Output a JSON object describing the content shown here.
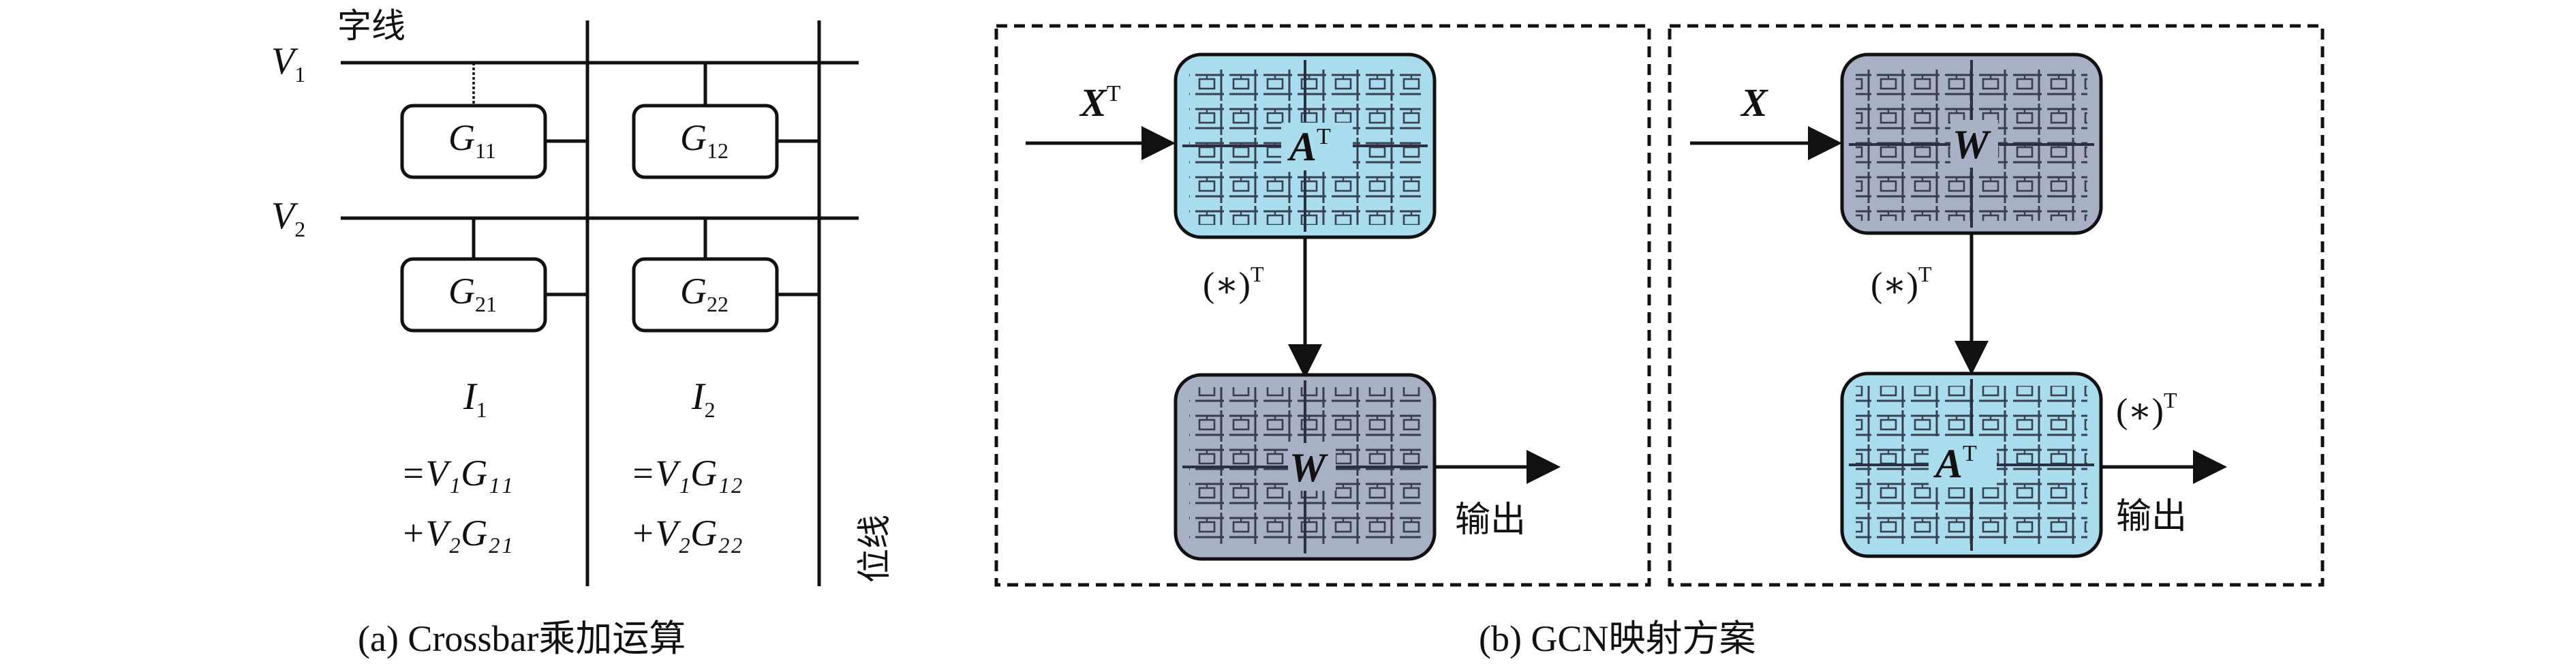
{
  "crossbar": {
    "word_line_label": "字线",
    "bit_line_label": "位线",
    "v1_main": "V",
    "v1_sub": "1",
    "v2_main": "V",
    "v2_sub": "2",
    "g11_main": "G",
    "g11_sub": "11",
    "g12_main": "G",
    "g12_sub": "12",
    "g21_main": "G",
    "g21_sub": "21",
    "g22_main": "G",
    "g22_sub": "22",
    "i1_main": "I",
    "i1_sub": "1",
    "i2_main": "I",
    "i2_sub": "2",
    "eq1_line1": "=V₁G₁₁",
    "eq1_line2": "+V₂G₂₁",
    "eq2_line1": "=V₁G₁₂",
    "eq2_line2": "+V₂G₂₂",
    "caption": "(a) Crossbar乘加运算"
  },
  "mapping": {
    "left": {
      "input_main": "X",
      "input_sup": "T",
      "top_block_main": "A",
      "top_block_sup": "T",
      "transpose_label": "(∗)",
      "transpose_sup": "T",
      "bottom_block_main": "W",
      "output_label": "输出"
    },
    "right": {
      "input_main": "X",
      "top_block_main": "W",
      "transpose_label": "(∗)",
      "transpose_sup": "T",
      "bottom_block_main": "A",
      "bottom_block_sup": "T",
      "output_transpose_label": "(∗)",
      "output_transpose_sup": "T",
      "output_label": "输出"
    },
    "caption": "(b) GCN映射方案"
  },
  "colors": {
    "light_blue": "#a9dcec",
    "gray_blue": "#a7b0c4",
    "line": "#111111",
    "grid_cell": "#2a3040"
  }
}
